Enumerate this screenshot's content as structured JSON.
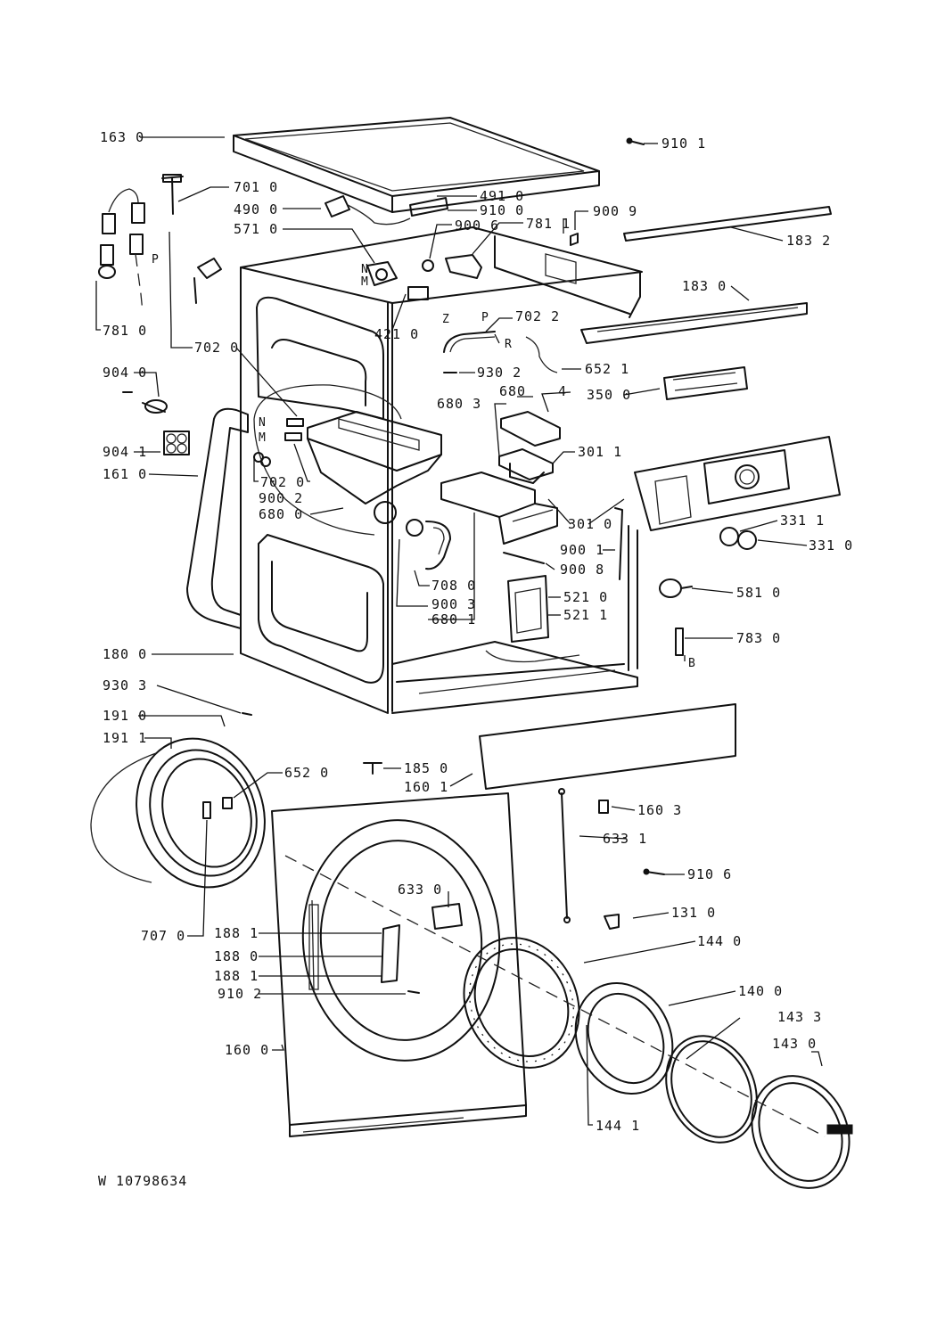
{
  "document_id": "W 10798634",
  "callouts": [
    {
      "id": "c1630",
      "text": "163 0"
    },
    {
      "id": "c9101",
      "text": "910 1"
    },
    {
      "id": "c7010",
      "text": "701 0"
    },
    {
      "id": "c4910",
      "text": "491 0"
    },
    {
      "id": "c4900",
      "text": "490 0"
    },
    {
      "id": "c9100",
      "text": "910 0"
    },
    {
      "id": "c9009",
      "text": "900 9"
    },
    {
      "id": "c5710",
      "text": "571 0"
    },
    {
      "id": "c9006",
      "text": "900 6"
    },
    {
      "id": "c7811a",
      "text": "781 1"
    },
    {
      "id": "c1832",
      "text": "183 2"
    },
    {
      "id": "c1830",
      "text": "183 0"
    },
    {
      "id": "c7810",
      "text": "781 0"
    },
    {
      "id": "c7022",
      "text": "702 2"
    },
    {
      "id": "c4210",
      "text": "421 0"
    },
    {
      "id": "c7020a",
      "text": "702 0"
    },
    {
      "id": "c9302",
      "text": "930 2"
    },
    {
      "id": "c6521",
      "text": "652 1"
    },
    {
      "id": "c9040",
      "text": "904 0"
    },
    {
      "id": "c680x",
      "text": "680"
    },
    {
      "id": "c4",
      "text": "4"
    },
    {
      "id": "c3500",
      "text": "350 0"
    },
    {
      "id": "c6803",
      "text": "680 3"
    },
    {
      "id": "c9041",
      "text": "904 1"
    },
    {
      "id": "c3011",
      "text": "301 1"
    },
    {
      "id": "c1610",
      "text": "161 0"
    },
    {
      "id": "c7020b",
      "text": "702 0"
    },
    {
      "id": "c9002",
      "text": "900 2"
    },
    {
      "id": "c6800",
      "text": "680 0"
    },
    {
      "id": "c3010",
      "text": "301 0"
    },
    {
      "id": "c3311",
      "text": "331 1"
    },
    {
      "id": "c3310",
      "text": "331 0"
    },
    {
      "id": "c9001",
      "text": "900 1"
    },
    {
      "id": "c9008",
      "text": "900 8"
    },
    {
      "id": "c7080",
      "text": "708 0"
    },
    {
      "id": "c5210",
      "text": "521 0"
    },
    {
      "id": "c5810",
      "text": "581 0"
    },
    {
      "id": "c9003",
      "text": "900 3"
    },
    {
      "id": "c5211",
      "text": "521 1"
    },
    {
      "id": "c6801",
      "text": "680 1"
    },
    {
      "id": "c7830",
      "text": "783 0"
    },
    {
      "id": "c1800",
      "text": "180 0"
    },
    {
      "id": "c9303",
      "text": "930 3"
    },
    {
      "id": "c1910",
      "text": "191 0"
    },
    {
      "id": "c1911",
      "text": "191 1"
    },
    {
      "id": "c6520",
      "text": "652 0"
    },
    {
      "id": "c1850",
      "text": "185 0"
    },
    {
      "id": "c1601",
      "text": "160 1"
    },
    {
      "id": "c1603",
      "text": "160 3"
    },
    {
      "id": "c6331",
      "text": "633 1"
    },
    {
      "id": "c9106",
      "text": "910 6"
    },
    {
      "id": "c6330",
      "text": "633 0"
    },
    {
      "id": "c1310",
      "text": "131 0"
    },
    {
      "id": "c7070",
      "text": "707 0"
    },
    {
      "id": "c1881a",
      "text": "188 1"
    },
    {
      "id": "c1440",
      "text": "144 0"
    },
    {
      "id": "c1880",
      "text": "188 0"
    },
    {
      "id": "c1881b",
      "text": "188 1"
    },
    {
      "id": "c9102",
      "text": "910 2"
    },
    {
      "id": "c1400",
      "text": "140 0"
    },
    {
      "id": "c1433",
      "text": "143 3"
    },
    {
      "id": "c1430",
      "text": "143 0"
    },
    {
      "id": "c1600",
      "text": "160 0"
    },
    {
      "id": "c1441",
      "text": "144 1"
    }
  ],
  "letters": [
    {
      "id": "lP1",
      "text": "P"
    },
    {
      "id": "lN1",
      "text": "N"
    },
    {
      "id": "lM1",
      "text": "M"
    },
    {
      "id": "lZ",
      "text": "Z"
    },
    {
      "id": "lP2",
      "text": "P"
    },
    {
      "id": "lR",
      "text": "R"
    },
    {
      "id": "lN2",
      "text": "N"
    },
    {
      "id": "lM2",
      "text": "M"
    },
    {
      "id": "lB",
      "text": "B"
    }
  ]
}
